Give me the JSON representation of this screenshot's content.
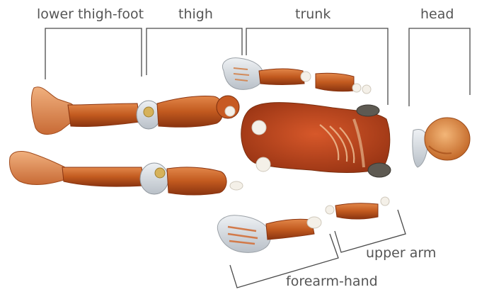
{
  "labels": {
    "lower_thigh_foot": "lower thigh-foot",
    "thigh": "thigh",
    "trunk": "trunk",
    "head": "head",
    "upper_arm": "upper arm",
    "forearm_hand": "forearm-hand"
  },
  "colors": {
    "label_text": "#555555",
    "bracket_line": "#4a4a4a",
    "model_orange": "#c25a1f",
    "model_dark": "#8a3410",
    "joint_clear": "#d8dde2",
    "peg_white": "#f4f0e8"
  }
}
